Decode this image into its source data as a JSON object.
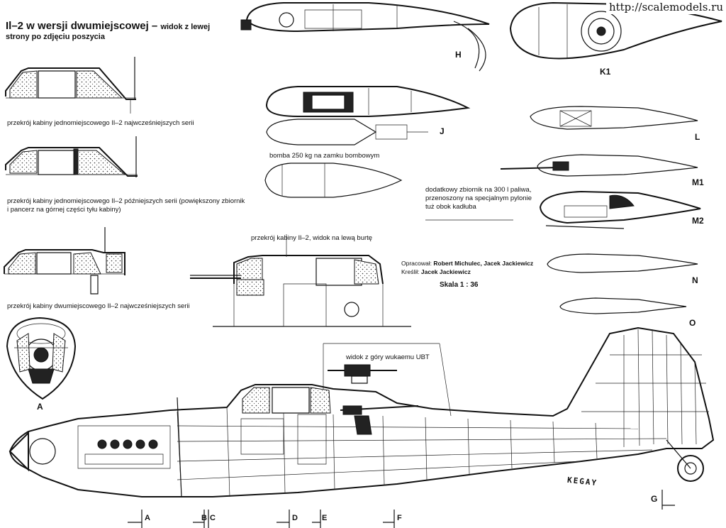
{
  "watermark": "http://scalemodels.ru",
  "title": {
    "line1_main": "Il–2 w wersji dwumiejscowej –",
    "line1_rest": "widok z lewej",
    "line2": "strony po zdjęciu poszycia"
  },
  "captions": {
    "cabin_single_early": "przekrój kabiny jednomiejscowego Il–2 najwcześniejszych serii",
    "cabin_single_later_1": "przekrój kabiny jednomiejscowego Il–2 późniejszych serii (powiększony zbiornik",
    "cabin_single_later_2": "i pancerz na górnej części tyłu kabiny)",
    "cabin_two_seat_early": "przekrój kabiny dwumiejscowego Il–2 najwcześniejszych serii",
    "bomb": "bomba 250 kg na zamku bombowym",
    "cabin_view": "przekrój kabiny Il–2, widok na lewą burtę",
    "ubt_view": "widok z góry wukaemu UBT",
    "tank_1": "dodatkowy zbiornik na 300 l paliwa,",
    "tank_2": "przenoszony na specjalnym pylonie",
    "tank_3": "tuż obok kadłuba"
  },
  "credits": {
    "prepared_label": "Opracował:",
    "prepared_names": "Robert Michulec, Jacek Jackiewicz",
    "drawn_label": "Kreślił:",
    "drawn_name": "Jacek Jackiewicz",
    "scale": "Skala 1 : 36"
  },
  "section_labels": {
    "A_front": "A",
    "H": "H",
    "J": "J",
    "K1": "K1",
    "L": "L",
    "M1": "M1",
    "M2": "M2",
    "N": "N",
    "O": "O",
    "G": "G"
  },
  "station_markers": [
    "A",
    "B",
    "C",
    "D",
    "E",
    "F"
  ],
  "signature": "KEGAY"
}
